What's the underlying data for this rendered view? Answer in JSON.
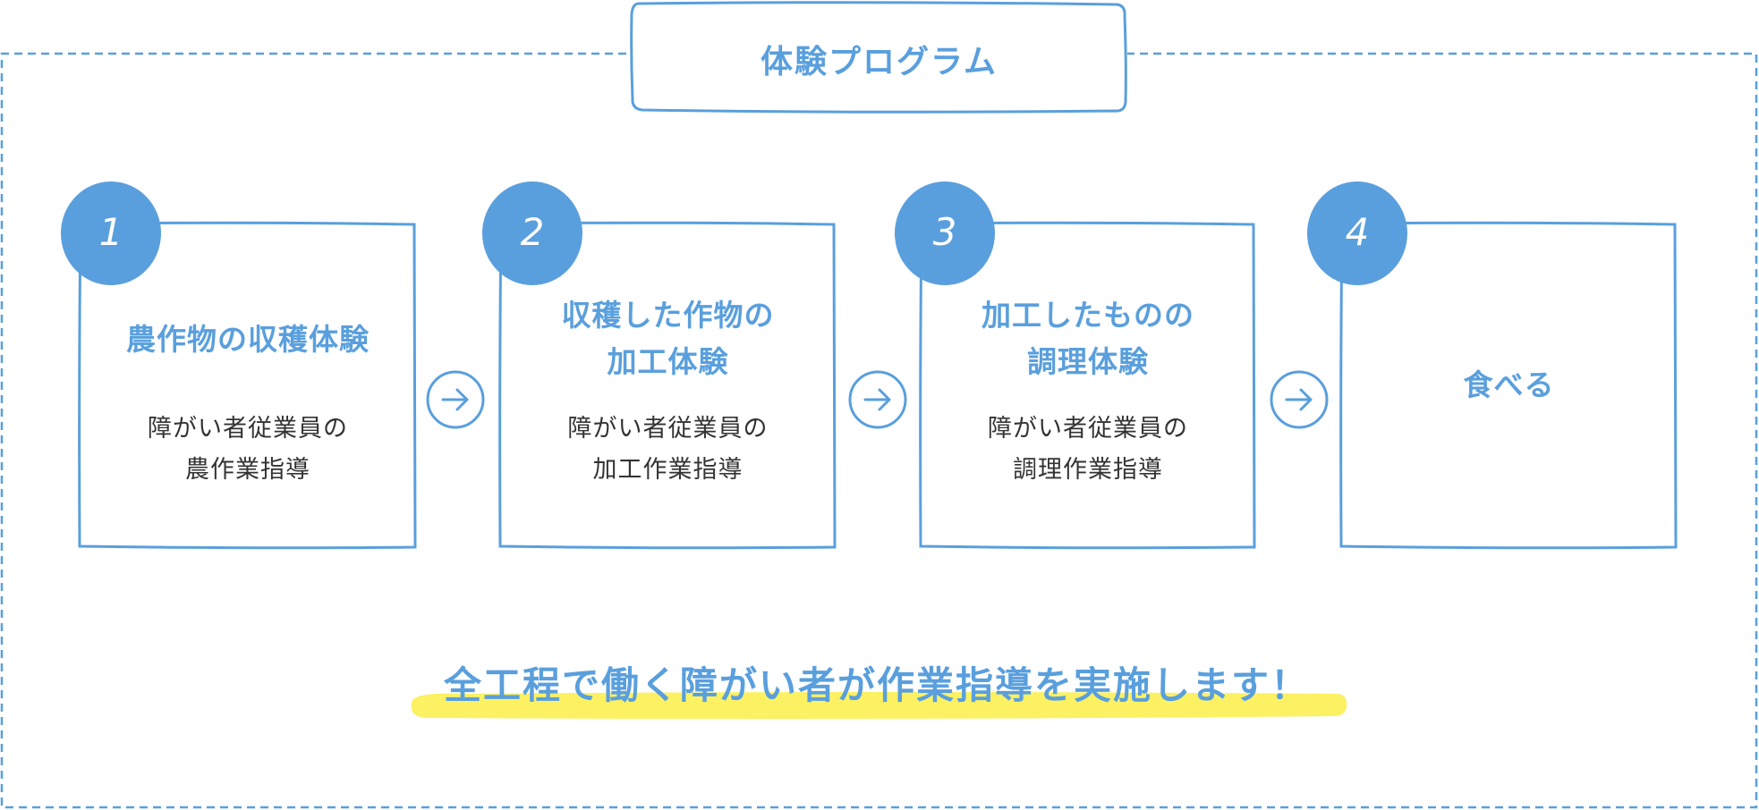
{
  "title": "体験プログラム",
  "colors": {
    "accent": "#5a9fdd",
    "highlight": "#fbf163",
    "text": "#333333"
  },
  "steps": [
    {
      "number": "1",
      "title_lines": [
        "農作物の収穫体験"
      ],
      "desc_lines": [
        "障がい者従業員の",
        "農作業指導"
      ]
    },
    {
      "number": "2",
      "title_lines": [
        "収穫した作物の",
        "加工体験"
      ],
      "desc_lines": [
        "障がい者従業員の",
        "加工作業指導"
      ]
    },
    {
      "number": "3",
      "title_lines": [
        "加工したものの",
        "調理体験"
      ],
      "desc_lines": [
        "障がい者従業員の",
        "調理作業指導"
      ]
    },
    {
      "number": "4",
      "title_lines": [
        "食べる"
      ],
      "desc_lines": []
    }
  ],
  "arrow_icon": "arrow-right-icon",
  "footer": "全工程で働く障がい者が作業指導を実施します！"
}
